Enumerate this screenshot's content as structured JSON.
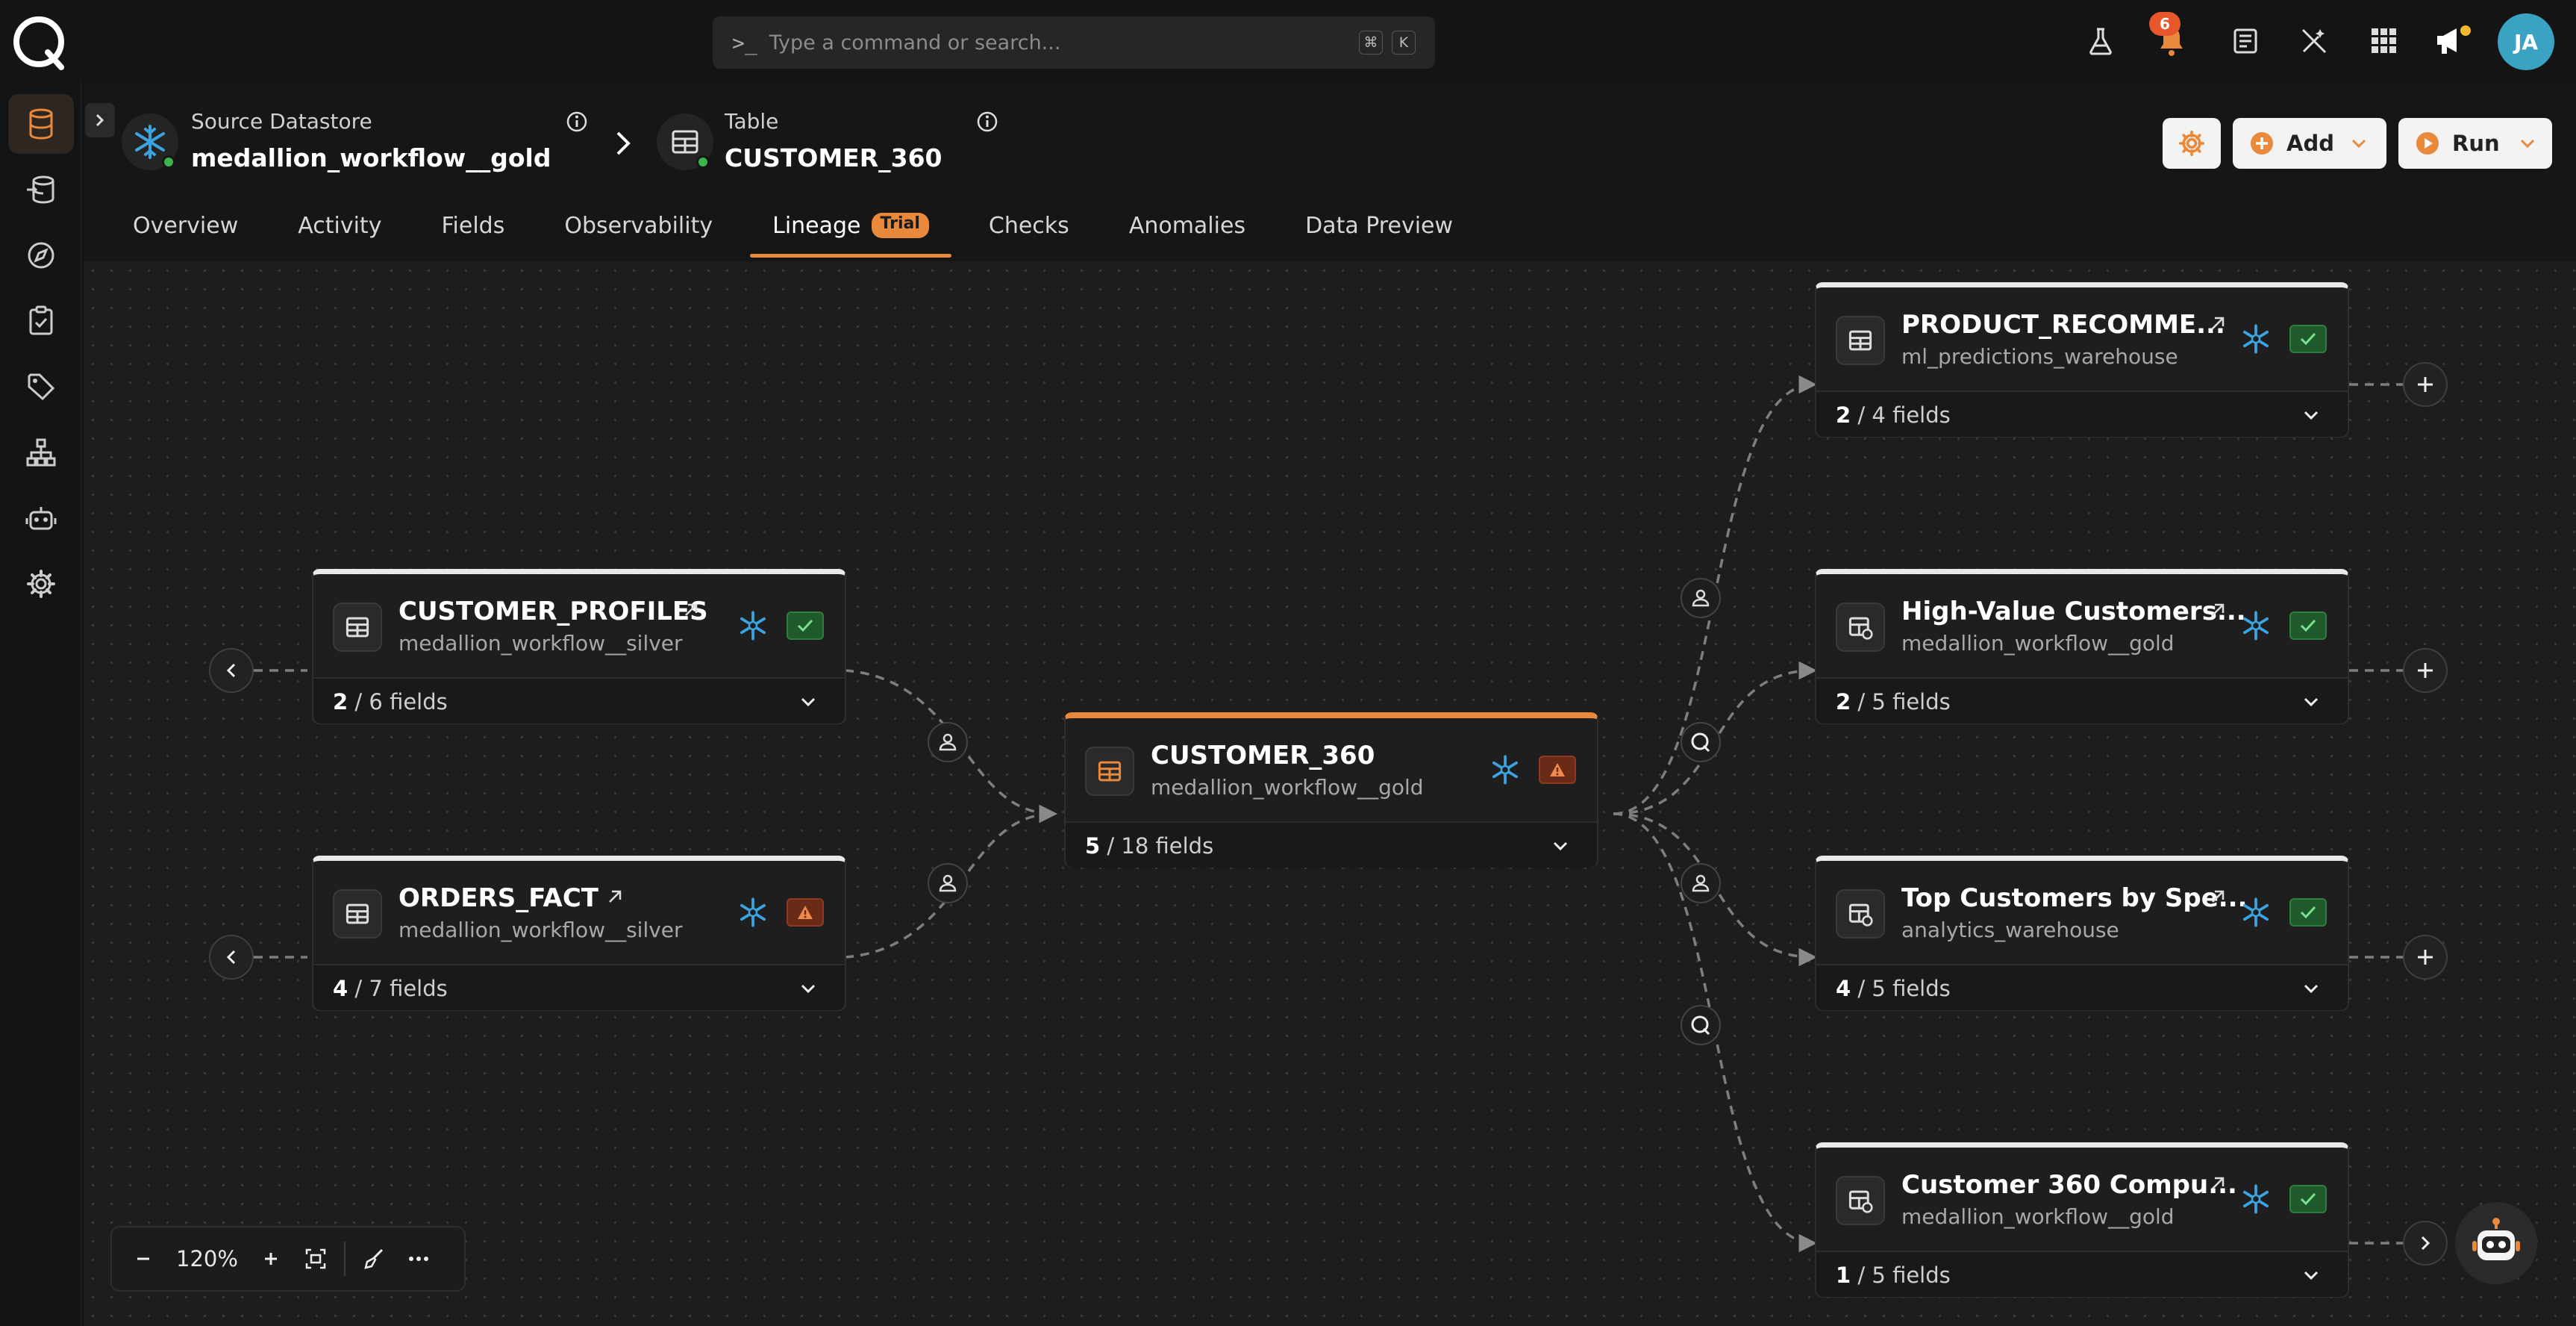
{
  "search": {
    "placeholder": "Type a command or search...",
    "shortcut_mod": "⌘",
    "shortcut_key": "K"
  },
  "notifications": {
    "count": "6"
  },
  "user": {
    "initials": "JA"
  },
  "breadcrumb": {
    "source_label": "Source Datastore",
    "source_value": "medallion_workflow__gold",
    "table_label": "Table",
    "table_value": "CUSTOMER_360"
  },
  "actions": {
    "add_label": "Add",
    "run_label": "Run"
  },
  "tabs": [
    {
      "label": "Overview"
    },
    {
      "label": "Activity"
    },
    {
      "label": "Fields"
    },
    {
      "label": "Observability"
    },
    {
      "label": "Lineage",
      "badge": "Trial",
      "active": true
    },
    {
      "label": "Checks"
    },
    {
      "label": "Anomalies"
    },
    {
      "label": "Data Preview"
    }
  ],
  "nodes": {
    "customer_profiles": {
      "name": "CUSTOMER_PROFILES",
      "datastore": "medallion_workflow__silver",
      "selected": "2",
      "total": " / 6 fields",
      "status": "ok"
    },
    "orders_fact": {
      "name": "ORDERS_FACT",
      "datastore": "medallion_workflow__silver",
      "selected": "4",
      "total": " / 7 fields",
      "status": "warn"
    },
    "customer_360": {
      "name": "CUSTOMER_360",
      "datastore": "medallion_workflow__gold",
      "selected": "5",
      "total": " / 18 fields",
      "status": "warn"
    },
    "product_recomme": {
      "name": "PRODUCT_RECOMME...",
      "datastore": "ml_predictions_warehouse",
      "selected": "2",
      "total": " / 4 fields",
      "status": "ok"
    },
    "high_value": {
      "name": "High-Value Customers...",
      "datastore": "medallion_workflow__gold",
      "selected": "2",
      "total": " / 5 fields",
      "status": "ok"
    },
    "top_customers": {
      "name": "Top Customers by Spe...",
      "datastore": "analytics_warehouse",
      "selected": "4",
      "total": " / 5 fields",
      "status": "ok"
    },
    "customer_360_compu": {
      "name": "Customer 360 Compu...",
      "datastore": "medallion_workflow__gold",
      "selected": "1",
      "total": " / 5 fields",
      "status": "ok"
    }
  },
  "zoom": {
    "level": "120%"
  },
  "colors": {
    "accent": "#e8893b",
    "success": "#3bb54a",
    "warning": "#e8572b",
    "snowflake": "#3aa3e0"
  }
}
